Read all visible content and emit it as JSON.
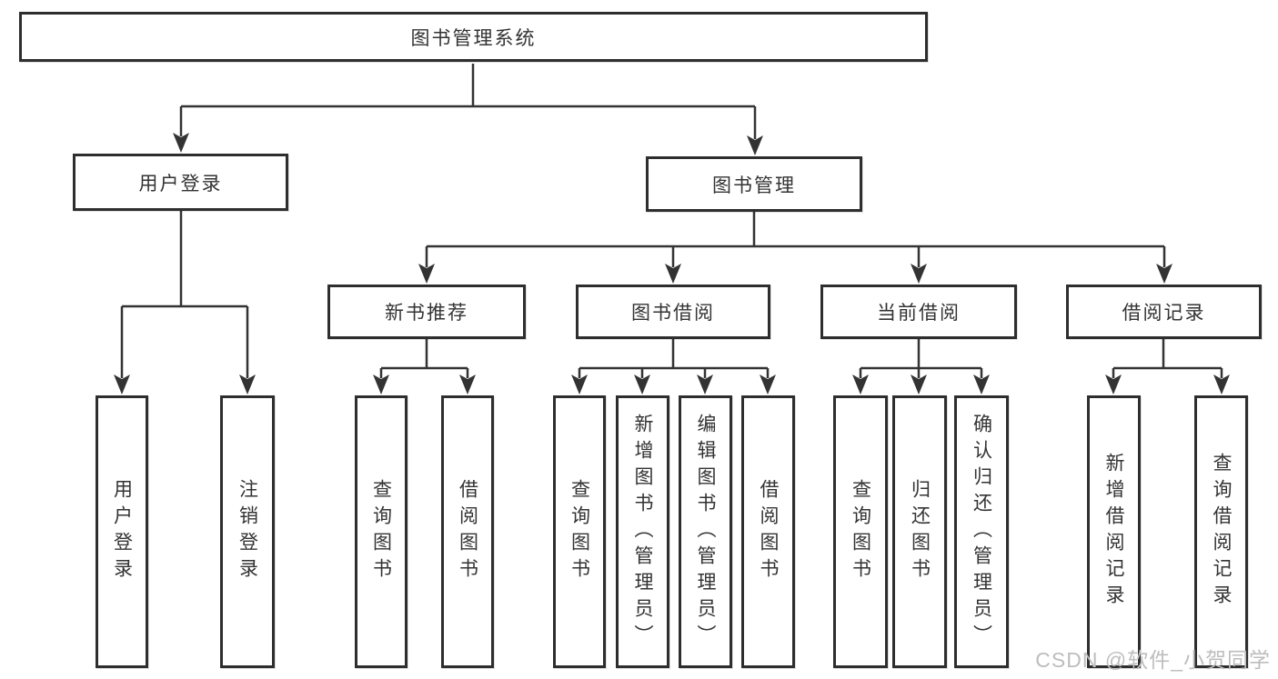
{
  "colors": {
    "line": "#333333",
    "box_border": "#2e2e2e",
    "text": "#333333",
    "watermark": "#bdbdbd",
    "background": "#ffffff"
  },
  "watermark": {
    "text": "CSDN @软件_小贺同学"
  },
  "tree": {
    "label": "图书管理系统",
    "children": [
      {
        "label": "用户登录",
        "children": [
          {
            "label": "用户登录"
          },
          {
            "label": "注销登录"
          }
        ]
      },
      {
        "label": "图书管理",
        "children": [
          {
            "label": "新书推荐",
            "children": [
              {
                "label": "查询图书"
              },
              {
                "label": "借阅图书"
              }
            ]
          },
          {
            "label": "图书借阅",
            "children": [
              {
                "label": "查询图书"
              },
              {
                "label": "新增图书（管理员）"
              },
              {
                "label": "编辑图书（管理员）"
              },
              {
                "label": "借阅图书"
              }
            ]
          },
          {
            "label": "当前借阅",
            "children": [
              {
                "label": "查询图书"
              },
              {
                "label": "归还图书"
              },
              {
                "label": "确认归还（管理员）"
              }
            ]
          },
          {
            "label": "借阅记录",
            "children": [
              {
                "label": "新增借阅记录"
              },
              {
                "label": "查询借阅记录"
              }
            ]
          }
        ]
      }
    ]
  }
}
